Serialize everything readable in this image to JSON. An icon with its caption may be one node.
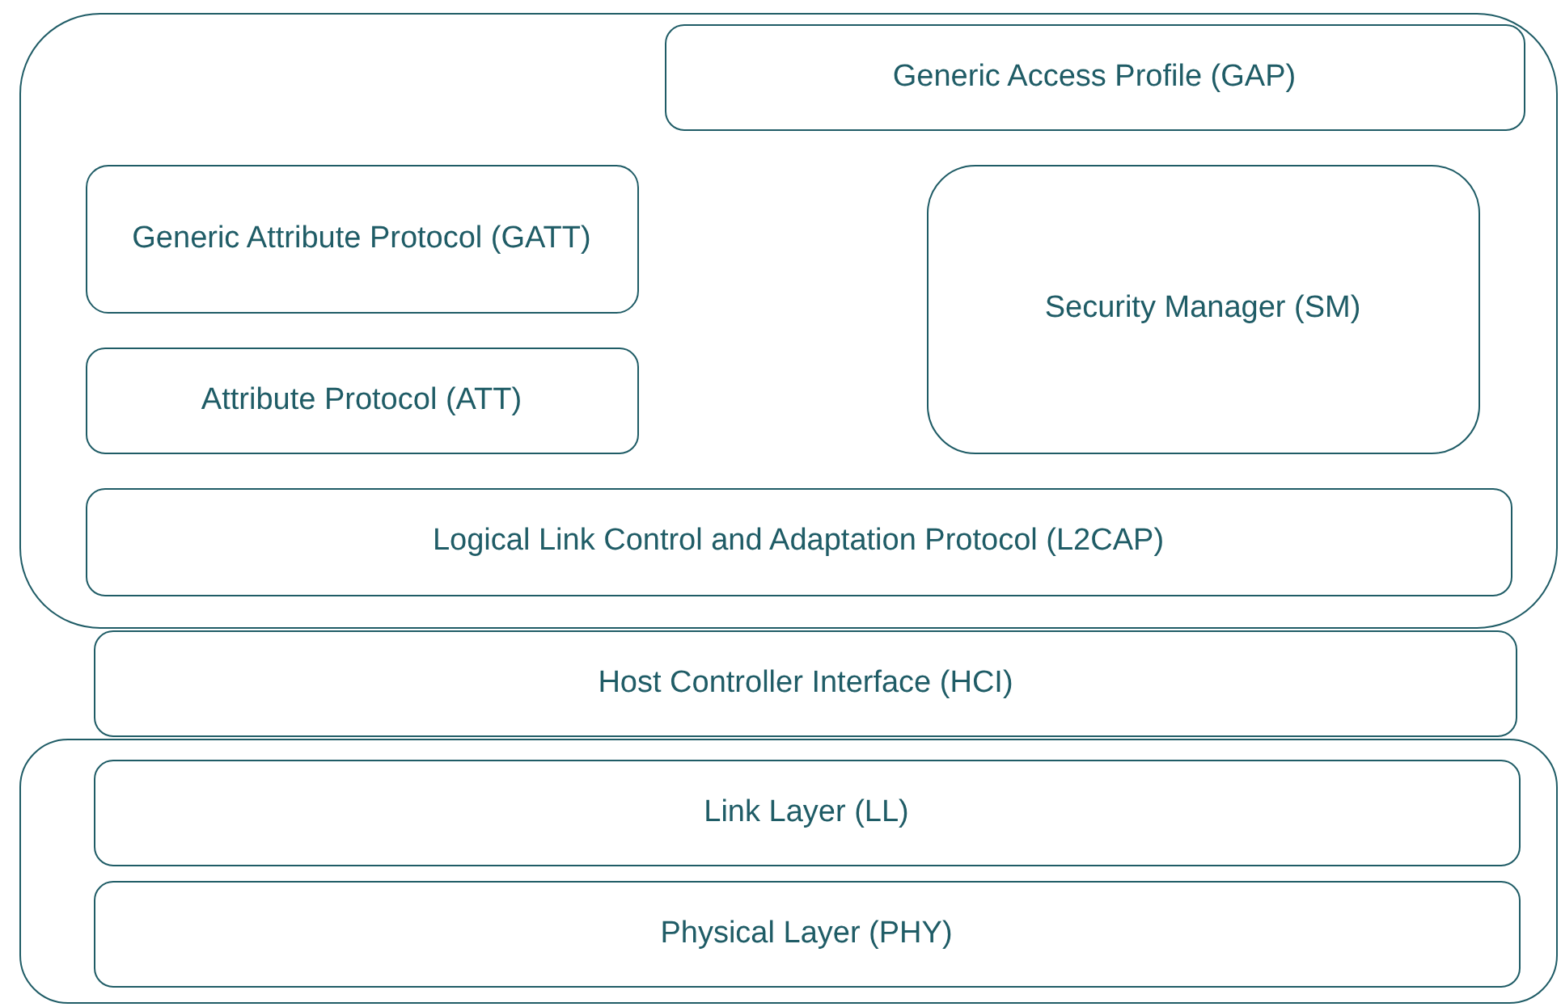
{
  "diagram": {
    "nodes": [
      {
        "text": [],
        "shape": "box"
      },
      {
        "text": [
          "Generic Access Profile (GAP)"
        ],
        "in": 0
      },
      {
        "text": [
          "Generic Attribute Protocol (GATT)"
        ],
        "in": 0
      },
      {
        "text": [
          "Security Manager (SM)"
        ],
        "in": 0
      },
      {
        "text": [
          "Attribute Protocol (ATT)"
        ],
        "in": 0
      },
      {
        "text": [
          "Logical Link Control and Adaptation Protocol (L2CAP)"
        ],
        "in": 0
      },
      {
        "text": [],
        "shape": "box"
      },
      {
        "text": [
          "Link Layer (LL)"
        ],
        "in": 6
      },
      {
        "text": [
          "Physical Layer (PHY)"
        ],
        "in": 6
      },
      {
        "text": [
          "Host Controller Interface (HCI)"
        ]
      }
    ]
  }
}
